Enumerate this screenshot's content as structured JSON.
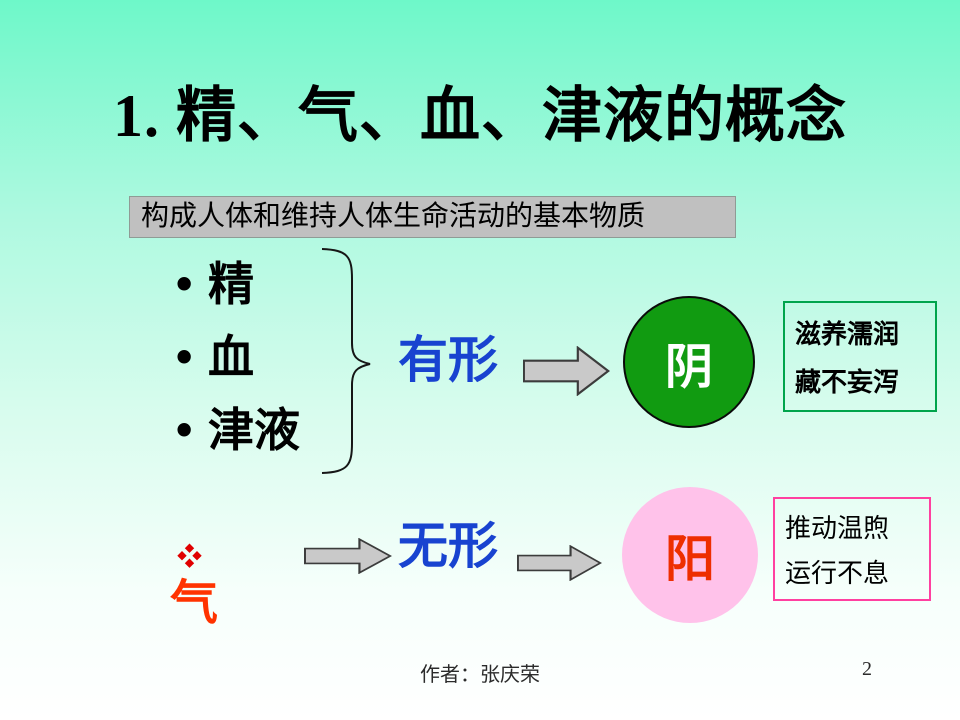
{
  "slide": {
    "title": "1. 精、气、血、津液的概念",
    "subtitle": "构成人体和维持人体生命活动的基本物质",
    "bullet_marker": "•",
    "bullets": [
      "精",
      "血",
      "津液"
    ],
    "yin": {
      "form_label": "有形",
      "circle_label": "阴",
      "note_line1": "滋养濡润",
      "note_line2": "藏不妄泻"
    },
    "yang": {
      "item_label": "气",
      "form_label": "无形",
      "circle_label": "阳",
      "note_line1": "推动温煦",
      "note_line2": "运行不息"
    },
    "footer": {
      "author": "作者：张庆荣",
      "page_number": "2"
    }
  },
  "colors": {
    "background_top": "#6ef8c9",
    "background_bottom": "#ffffff",
    "title_text": "#000000",
    "subtitle_box_fill": "#c0c0c0",
    "form_label_blue": "#1843d0",
    "yin_circle_fill": "#119b11",
    "yin_circle_text": "#ffffff",
    "yin_note_border": "#00a44c",
    "yang_circle_fill": "#ffc2ea",
    "yang_circle_text": "#ee2e00",
    "yang_note_border": "#ff40a0",
    "qi_text": "#ff3300",
    "diamond_bullet": "#e00000",
    "arrow_fill": "#c9c9c9",
    "arrow_outline": "#3c3c3c"
  }
}
